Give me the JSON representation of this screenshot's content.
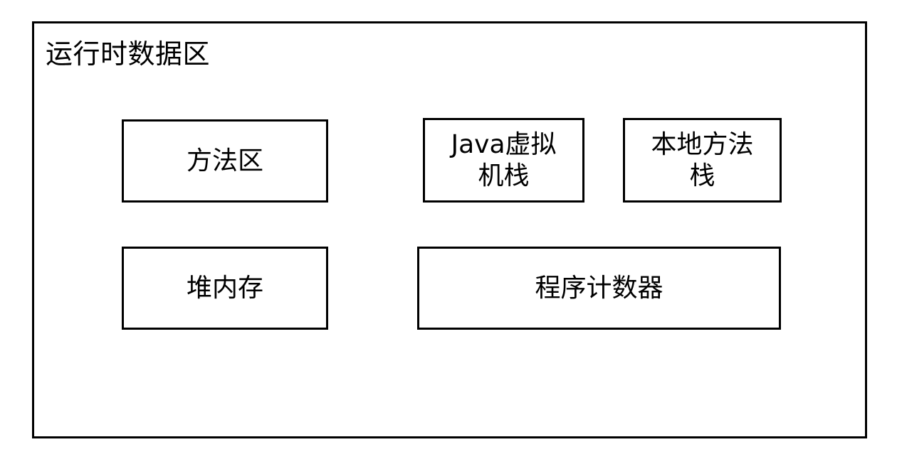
{
  "diagram": {
    "type": "block-diagram",
    "title": "运行时数据区",
    "colors": {
      "background": "#ffffff",
      "stroke": "#000000",
      "text": "#000000",
      "box_fill": "#ffffff"
    },
    "container": {
      "label": "运行时数据区",
      "border_color": "#000000"
    },
    "nodes": [
      {
        "id": "method-area",
        "label": "方法区",
        "row": 1,
        "column": 1
      },
      {
        "id": "jvm-stack",
        "label": "Java虚拟\n机栈",
        "row": 1,
        "column": 2
      },
      {
        "id": "native-method-stack",
        "label": "本地方法\n栈",
        "row": 1,
        "column": 3
      },
      {
        "id": "heap-memory",
        "label": "堆内存",
        "row": 2,
        "column": 1
      },
      {
        "id": "program-counter",
        "label": "程序计数器",
        "row": 2,
        "column": 2
      }
    ]
  }
}
